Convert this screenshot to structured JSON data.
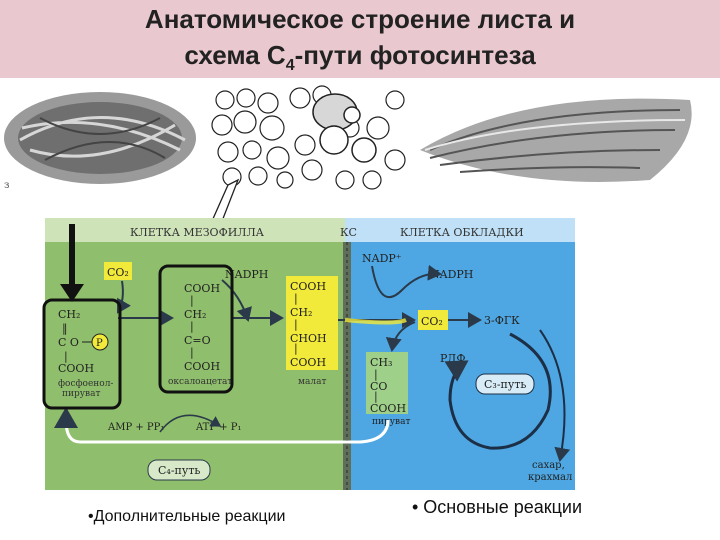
{
  "title": {
    "line1": "Анатомическое строение листа  и",
    "line2_prefix": "схема С",
    "line2_sub": "4",
    "line2_suffix": "-пути фотосинтеза"
  },
  "micrographs": {
    "left_label": "з"
  },
  "diagram": {
    "header": {
      "mesophyll": "КЛЕТКА  МЕЗОФИЛЛА",
      "ks": "КС",
      "bundle_sheath": "КЛЕТКА  ОБКЛАДКИ"
    },
    "co2_left": "CO₂",
    "nadph_left": "NADPH",
    "pep": {
      "lines": [
        "CH₂",
        "‖",
        "C O",
        "|",
        "COOH"
      ],
      "p": "P",
      "label1": "фосфоенол-",
      "label2": "пируват"
    },
    "oxaloacetate": {
      "lines": [
        "COOH",
        "|",
        "CH₂",
        "|",
        "C=O",
        "|",
        "COOH"
      ],
      "label": "оксалоацетат"
    },
    "malate": {
      "lines": [
        "COOH",
        "|",
        "CH₂",
        "|",
        "CHOH",
        "|",
        "COOH"
      ],
      "label": "малат"
    },
    "pyruvate": {
      "lines": [
        "CH₃",
        "|",
        "CO",
        "|",
        "COOH"
      ],
      "label": "пируват"
    },
    "nadp_plus": "NADP⁺",
    "nadph_right": "NADPH",
    "co2_right": "CO₂",
    "fgk": "3-ФГК",
    "rdf": "РДФ",
    "c3_cycle": "C₃-путь",
    "sugar1": "сахар,",
    "sugar2": "крахмал",
    "amp_pp": "AMP + PP₁",
    "atp_p": "ATP + P₁",
    "c4_path": "C₄-путь"
  },
  "captions": {
    "left": "•Дополнительные реакции",
    "right": "• Основные реакции"
  },
  "colors": {
    "title_band": "#e9c9cf",
    "mesophyll_green": "#8fbf6c",
    "bundle_blue": "#4ea7e2",
    "yellow_box": "#f2ea3a",
    "highlight_frame": "#111111"
  }
}
